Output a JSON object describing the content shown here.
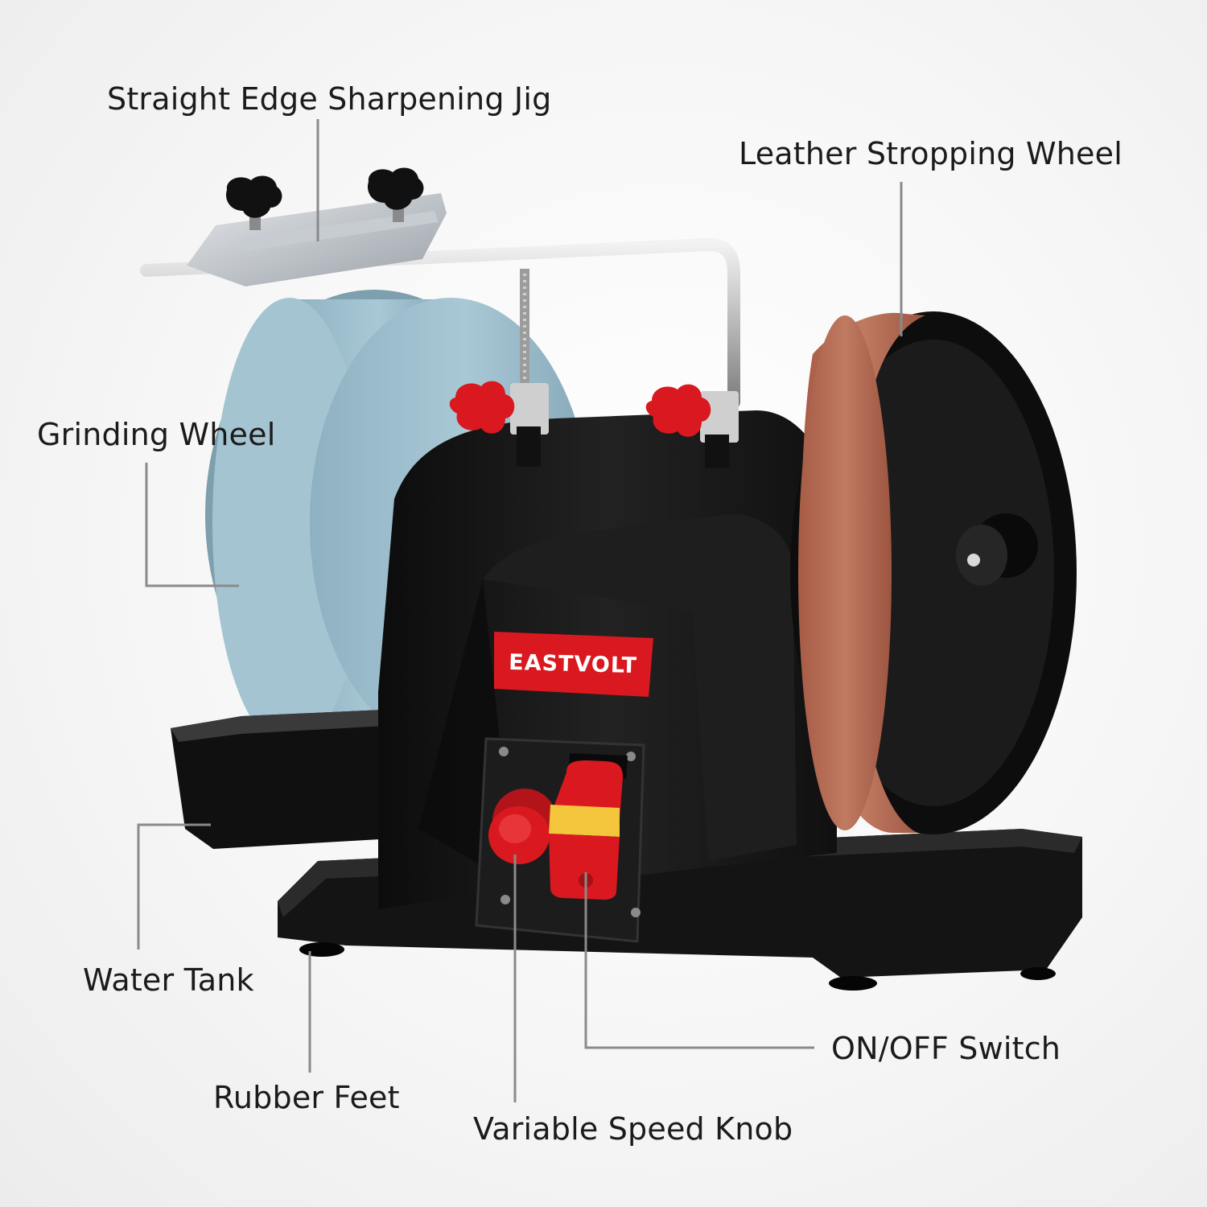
{
  "callouts": {
    "jig": "Straight Edge Sharpening Jig",
    "leather": "Leather Stropping Wheel",
    "grinding": "Grinding Wheel",
    "water_tank": "Water Tank",
    "rubber_feet": "Rubber Feet",
    "speed_knob": "Variable Speed Knob",
    "on_off": "ON/OFF Switch"
  },
  "brand": "EASTVOLT",
  "colors": {
    "background": "#f4f4f4",
    "leader_line": "#8a8a8a",
    "body": "#151515",
    "grinding_wheel": "#9fc0cf",
    "leather_wheel": "#b96d55",
    "accent_red": "#d9191f",
    "switch_yellow": "#f2c53c"
  }
}
